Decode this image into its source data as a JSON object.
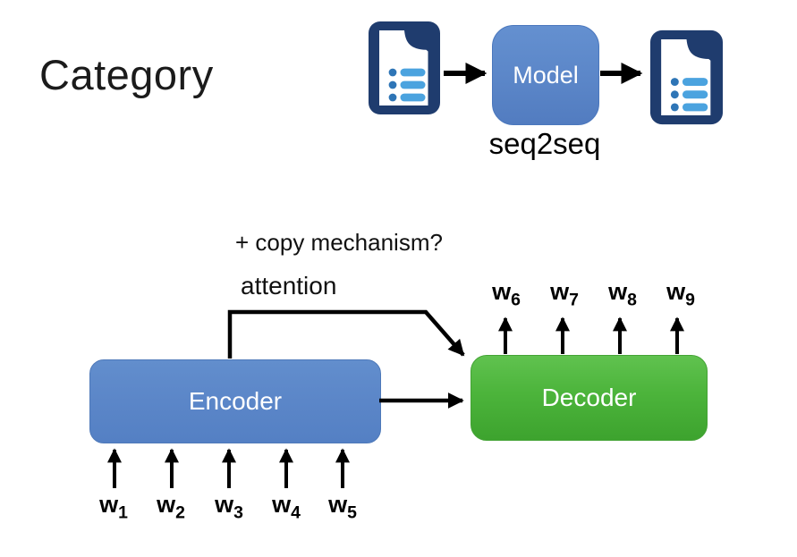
{
  "slide": {
    "title": "Category",
    "pipeline": {
      "model_label": "Model",
      "caption": "seq2seq"
    },
    "annotations": {
      "copy_mechanism": "+ copy mechanism?",
      "attention": "attention"
    },
    "encoder": {
      "label": "Encoder",
      "inputs": [
        {
          "w": "w",
          "n": "1"
        },
        {
          "w": "w",
          "n": "2"
        },
        {
          "w": "w",
          "n": "3"
        },
        {
          "w": "w",
          "n": "4"
        },
        {
          "w": "w",
          "n": "5"
        }
      ]
    },
    "decoder": {
      "label": "Decoder",
      "outputs": [
        {
          "w": "w",
          "n": "6"
        },
        {
          "w": "w",
          "n": "7"
        },
        {
          "w": "w",
          "n": "8"
        },
        {
          "w": "w",
          "n": "9"
        }
      ]
    },
    "icons": {
      "input_document": "document-list-icon",
      "output_document": "document-list-icon"
    },
    "colors": {
      "box_blue": "#5B86C8",
      "box_green_top": "#60C24F",
      "box_green_bottom": "#3DA32E",
      "doc_icon_navy": "#1F3C6E",
      "doc_icon_bar_blue": "#4BA3DF",
      "doc_icon_dot_blue": "#2E75B6",
      "arrow_black": "#000000",
      "text_white": "#FFFFFF"
    }
  }
}
